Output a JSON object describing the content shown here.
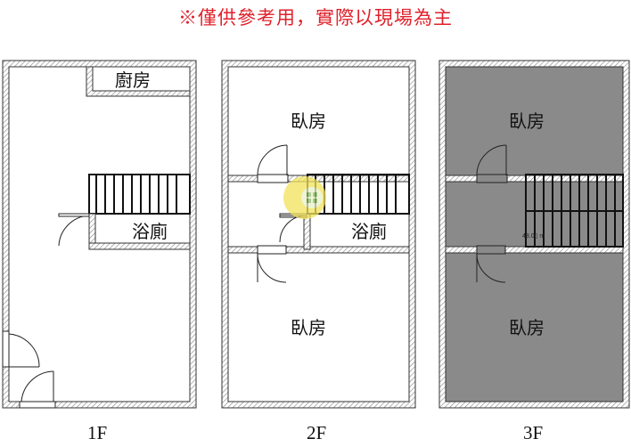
{
  "note": "※僅供參考用，實際以現場為主",
  "floors": [
    {
      "label": "1F",
      "rooms": {
        "kitchen": "廚房",
        "bathroom": "浴廁"
      }
    },
    {
      "label": "2F",
      "rooms": {
        "bedroom_top": "臥房",
        "bathroom": "浴廁",
        "bedroom_bottom": "臥房"
      }
    },
    {
      "label": "3F",
      "rooms": {
        "bedroom_top": "臥房",
        "bedroom_bottom": "臥房"
      },
      "area_text": "48.0▯ m"
    }
  ],
  "colors": {
    "note_red": "#e0202a",
    "wall_hatch": "#9a9a9a",
    "shaded_floor": "#8a8a8a",
    "watermark": "#f2e25a"
  }
}
